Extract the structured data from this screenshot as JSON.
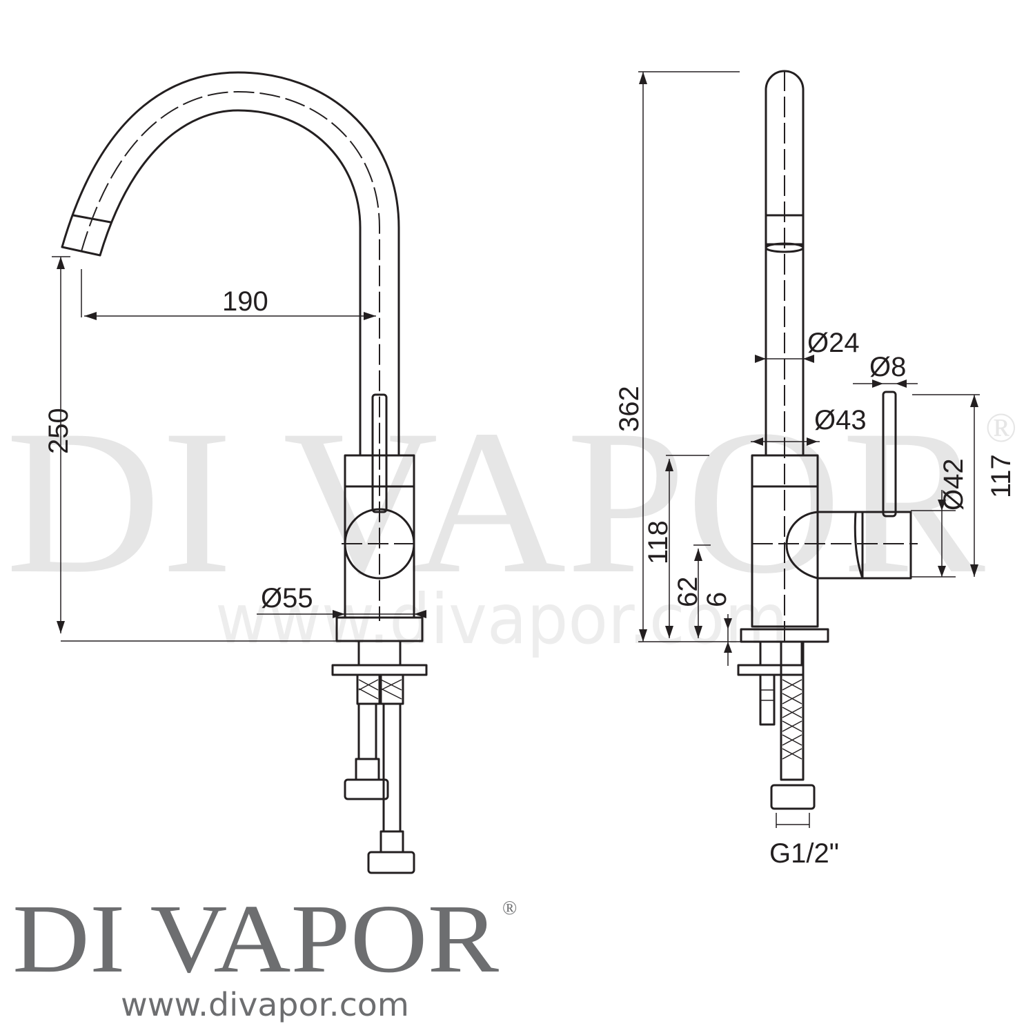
{
  "watermark": {
    "brand": "DI VAPOR",
    "registered": "®",
    "url": "www.divapor.com"
  },
  "front_view": {
    "dimensions": {
      "reach": "190",
      "spout_height": "250",
      "base_diameter": "Ø55"
    }
  },
  "side_view": {
    "dimensions": {
      "total_height": "362",
      "spout_diameter": "Ø24",
      "lever_diameter": "Ø8",
      "body_diameter": "Ø43",
      "handle_diameter": "Ø42",
      "lever_height": "117",
      "body_height": "118",
      "handle_axis_height": "62",
      "base_thickness": "6",
      "connection": "G1/2\""
    }
  },
  "logo": {
    "brand": "DI VAPOR",
    "registered": "®",
    "url": "www.divapor.com"
  }
}
